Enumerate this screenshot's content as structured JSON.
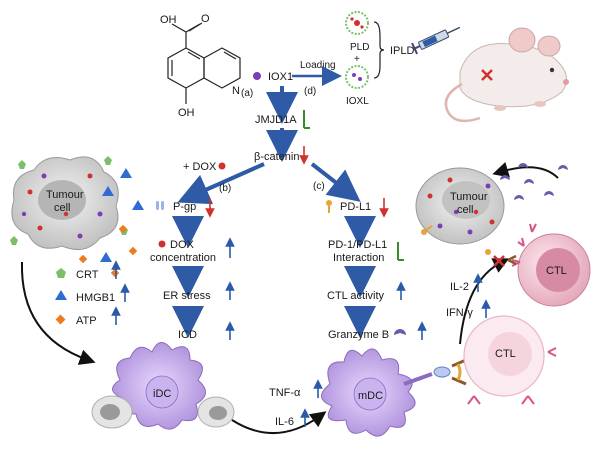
{
  "molecule": {
    "cooh_label": "OH",
    "ring_o": "O",
    "n_label": "N",
    "oh_label": "OH"
  },
  "pathway": {
    "iox1": "IOX1",
    "label_a": "(a)",
    "label_b": "(b)",
    "label_c": "(c)",
    "label_d": "(d)",
    "loading": "Loading",
    "jmjd1a": "JMJD1A",
    "beta_catenin": "β-catenin",
    "plus_dox": "+ DOX",
    "pld": "PLD",
    "plus": "+",
    "ioxl": "IOXL",
    "ipld": "IPLD"
  },
  "left_branch": {
    "pgp": "P-gp",
    "dox_line1": "DOX",
    "dox_line2": "concentration",
    "er_stress": "ER stress",
    "icd": "ICD"
  },
  "right_branch": {
    "pdl1": "PD-L1",
    "pd1_line1": "PD-1/PD-L1",
    "pd1_line2": "Interaction",
    "ctl_activity": "CTL activity",
    "granzyme": "Granzyme B"
  },
  "tumour_left": {
    "line1": "Tumour",
    "line2": "cell"
  },
  "tumour_right": {
    "line1": "Tumour",
    "line2": "cell"
  },
  "dampers": {
    "crt": "CRT",
    "hmgb1": "HMGB1",
    "atp": "ATP"
  },
  "cells": {
    "idc": "iDC",
    "mdc": "mDC",
    "ctl_top": "CTL",
    "ctl_bottom": "CTL"
  },
  "cytokines": {
    "tnf": "TNF-α",
    "il6": "IL-6",
    "il2": "IL-2",
    "ifn": "IFN-γ"
  },
  "colors": {
    "up_arrow": "#2b5aa8",
    "down_arrow": "#d0312d",
    "flat_bar": "#3a8a2e",
    "main_arrow": "#2e5aa6",
    "crt": "#7bbf6a",
    "hmgb1": "#2f6bd0",
    "atp": "#ee7a22"
  }
}
